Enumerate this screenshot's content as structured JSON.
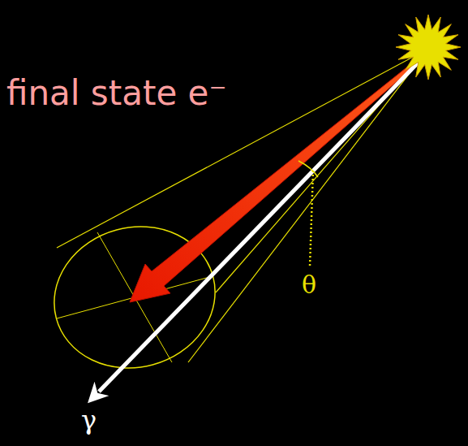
{
  "diagram": {
    "labels": [
      "final state e⁻",
      "θ",
      "γ"
    ]
  }
}
